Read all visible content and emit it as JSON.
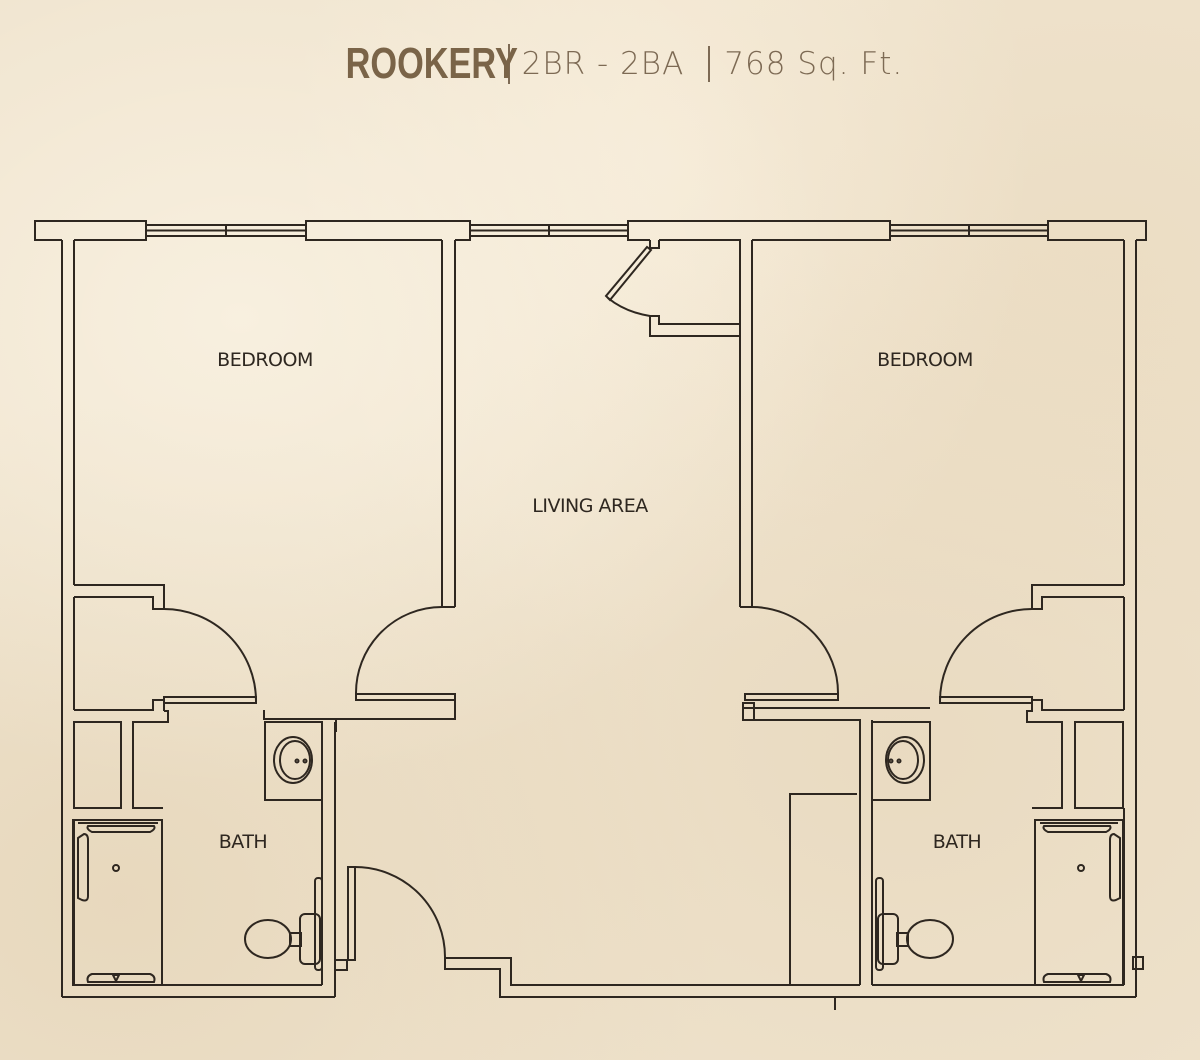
{
  "header": {
    "unit_name": "ROOKERY",
    "bed_bath": "2BR - 2BA",
    "square_footage": "768 Sq. Ft."
  },
  "rooms": {
    "bedroom_left": "BEDROOM",
    "bedroom_right": "BEDROOM",
    "living_area": "LIVING AREA",
    "bath_left": "BATH",
    "bath_right": "BATH"
  },
  "colors": {
    "background": "#efe3cd",
    "title_text": "#7a6448",
    "line": "#2e2720"
  }
}
